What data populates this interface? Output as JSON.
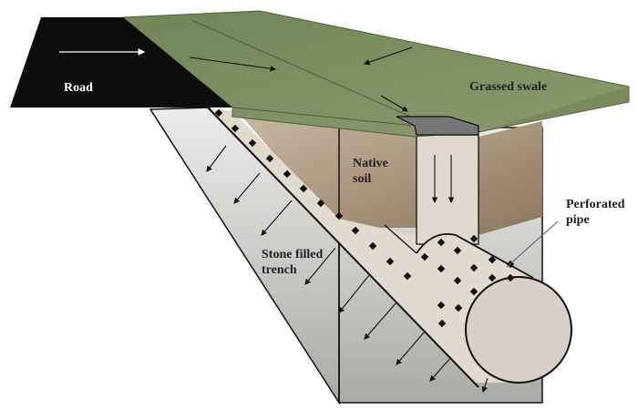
{
  "labels": {
    "road": "Road",
    "grassed_swale": "Grassed swale",
    "native_soil_line1": "Native",
    "native_soil_line2": "soil",
    "perforated_pipe_line1": "Perforated",
    "perforated_pipe_line2": "pipe",
    "stone_trench_line1": "Stone filled",
    "stone_trench_line2": "trench"
  },
  "colors": {
    "road": "#0d0d0d",
    "grass": "#7c9064",
    "soil": "#a48f76",
    "stone": "#c9c9c6",
    "pipe": "#d8d0c6",
    "grate": "#707070"
  }
}
